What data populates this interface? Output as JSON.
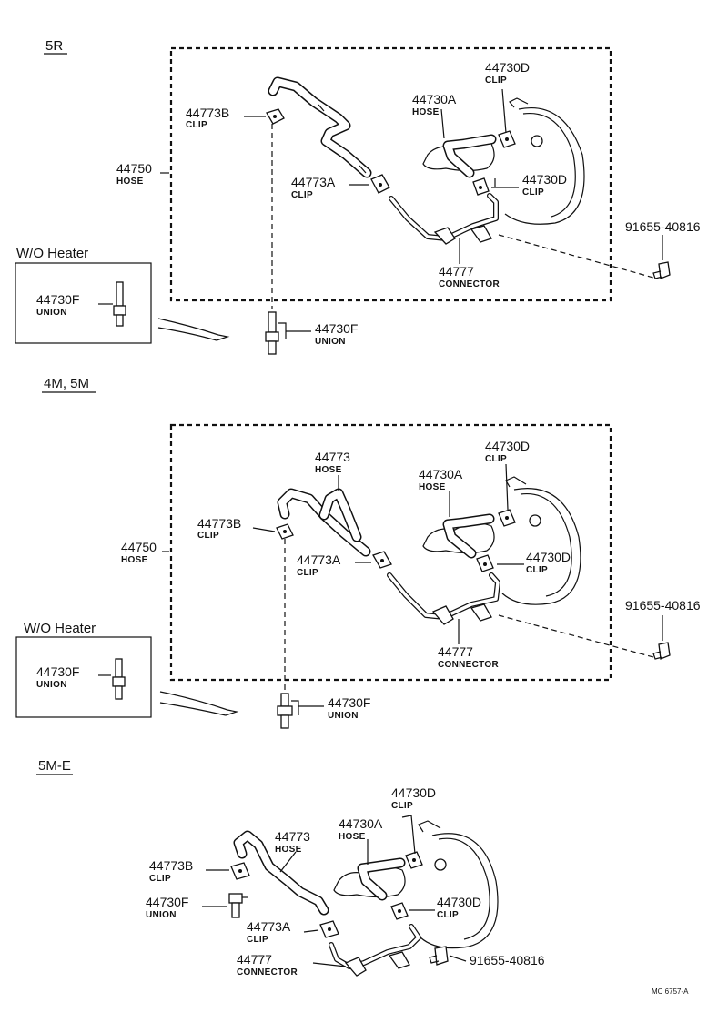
{
  "sections": [
    {
      "title": "5R",
      "wo_heater": "W/O Heater",
      "labels": {
        "p44730D_top": "44730D",
        "p44730D_top_name": "CLIP",
        "p44730A": "44730A",
        "p44730A_name": "HOSE",
        "p44773B": "44773B",
        "p44773B_name": "CLIP",
        "p44750": "44750",
        "p44750_name": "HOSE",
        "p44773A": "44773A",
        "p44773A_name": "CLIP",
        "p44730D_bot": "44730D",
        "p44730D_bot_name": "CLIP",
        "p91655": "91655-40816",
        "p44777": "44777",
        "p44777_name": "CONNECTOR",
        "p44730F_box": "44730F",
        "p44730F_box_name": "UNION",
        "p44730F": "44730F",
        "p44730F_name": "UNION"
      }
    },
    {
      "title": "4M, 5M",
      "wo_heater": "W/O Heater",
      "labels": {
        "p44773": "44773",
        "p44773_name": "HOSE",
        "p44730D_top": "44730D",
        "p44730D_top_name": "CLIP",
        "p44730A": "44730A",
        "p44730A_name": "HOSE",
        "p44773B": "44773B",
        "p44773B_name": "CLIP",
        "p44750": "44750",
        "p44750_name": "HOSE",
        "p44773A": "44773A",
        "p44773A_name": "CLIP",
        "p44730D_bot": "44730D",
        "p44730D_bot_name": "CLIP",
        "p91655": "91655-40816",
        "p44777": "44777",
        "p44777_name": "CONNECTOR",
        "p44730F_box": "44730F",
        "p44730F_box_name": "UNION",
        "p44730F": "44730F",
        "p44730F_name": "UNION"
      }
    },
    {
      "title": "5M-E",
      "labels": {
        "p44730D_top": "44730D",
        "p44730D_top_name": "CLIP",
        "p44773": "44773",
        "p44773_name": "HOSE",
        "p44730A": "44730A",
        "p44730A_name": "HOSE",
        "p44773B": "44773B",
        "p44773B_name": "CLIP",
        "p44730F": "44730F",
        "p44730F_name": "UNION",
        "p44730D_bot": "44730D",
        "p44730D_bot_name": "CLIP",
        "p44773A": "44773A",
        "p44773A_name": "CLIP",
        "p44777": "44777",
        "p44777_name": "CONNECTOR",
        "p91655": "91655-40816"
      }
    }
  ],
  "figure_ref": "MC 6757-A"
}
